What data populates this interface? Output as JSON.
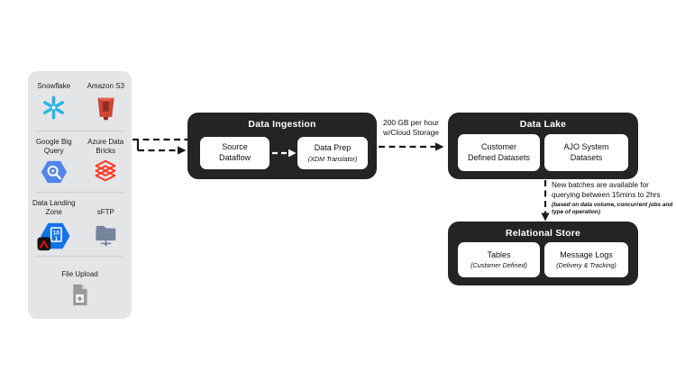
{
  "colors": {
    "canvas_bg": "#ffffff",
    "panel_bg": "#e3e5e7",
    "group_bg": "#242424",
    "node_bg": "#ffffff",
    "text": "#1a1a1a",
    "arrow": "#1a1a1a"
  },
  "sidebar": {
    "items": [
      {
        "label": "Snowflake",
        "icon": "snowflake-icon",
        "color": "#2bb5e8"
      },
      {
        "label": "Amazon S3",
        "icon": "s3-bucket-icon",
        "color": "#cd4632"
      },
      {
        "label": "Google Big\nQuery",
        "icon": "bigquery-icon",
        "color": "#5086ec"
      },
      {
        "label": "Azure Data\nBricks",
        "icon": "databricks-icon",
        "color": "#ff3621"
      },
      {
        "label": "Data Landing\nZone",
        "icon": "data-landing-zone-icon",
        "color": "#1473e6"
      },
      {
        "label": "sFTP",
        "icon": "sftp-folder-icon",
        "color": "#74859c"
      },
      {
        "label": "File Upload",
        "icon": "file-upload-icon",
        "color": "#9a9a9a"
      }
    ]
  },
  "ingestion": {
    "title": "Data Ingestion",
    "nodes": [
      {
        "title": "Source\nDataflow"
      },
      {
        "title": "Data Prep",
        "subtitle": "(XDM Translator)"
      }
    ]
  },
  "lake": {
    "title": "Data Lake",
    "nodes": [
      {
        "title": "Customer\nDefined Datasets"
      },
      {
        "title": "AJO System\nDatasets"
      }
    ]
  },
  "relational": {
    "title": "Relational Store",
    "nodes": [
      {
        "title": "Tables",
        "subtitle": "(Customer Defined)"
      },
      {
        "title": "Message Logs",
        "subtitle": "(Delivery & Tracking)"
      }
    ]
  },
  "annotations": {
    "throughput": {
      "line1": "200 GB per hour",
      "line2": "w/Cloud Storage"
    },
    "batch": {
      "line1": "New batches are available for",
      "line2": "querying between 15mins to 2hrs",
      "note": "(based on data volume, concurrent jobs and\ntype of operation)"
    }
  }
}
